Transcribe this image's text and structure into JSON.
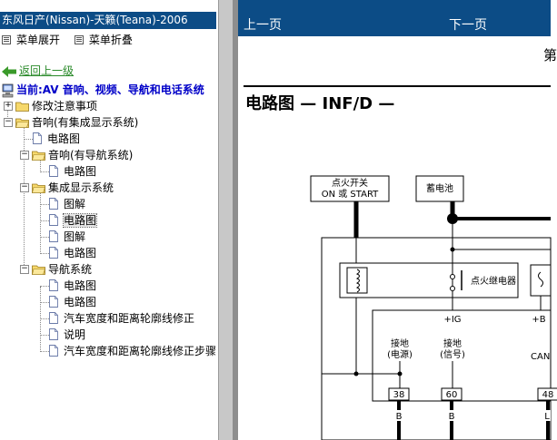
{
  "left_panel": {
    "title": "东风日产(Nissan)-天籁(Teana)-2006",
    "expand_label": "菜单展开",
    "collapse_label": "菜单折叠",
    "back_label": "返回上一级",
    "current_label": "当前:AV 音响、视频、导航和电话系统"
  },
  "tree": {
    "items": [
      {
        "label": "修改注意事项"
      },
      {
        "label": "音响(有集成显示系统)"
      },
      {
        "label": "电路图"
      },
      {
        "label": "音响(有导航系统)"
      },
      {
        "label": "电路图"
      },
      {
        "label": "集成显示系统"
      },
      {
        "label": "图解"
      },
      {
        "label": "电路图"
      },
      {
        "label": "图解"
      },
      {
        "label": "电路图"
      },
      {
        "label": "导航系统"
      },
      {
        "label": "电路图"
      },
      {
        "label": "电路图"
      },
      {
        "label": "汽车宽度和距离轮廓线修正"
      },
      {
        "label": "说明"
      },
      {
        "label": "汽车宽度和距离轮廓线修正步骤"
      }
    ]
  },
  "right_panel": {
    "prev_label": "上一页",
    "next_label": "下一页",
    "strip_char": "第",
    "doc_title": "电路图 — INF/D —"
  },
  "diagram": {
    "ignition_label_1": "点火开关",
    "ignition_label_2": "ON 或 START",
    "battery_label": "蓄电池",
    "relay_label": "点火继电器",
    "ig_label": "+IG",
    "b_label": "+B",
    "gnd_power_1": "接地",
    "gnd_power_2": "(电源)",
    "gnd_signal_1": "接地",
    "gnd_signal_2": "(信号)",
    "can_label": "CAN",
    "pin_38": "38",
    "pin_60": "60",
    "pin_48": "48",
    "wire_b1": "B",
    "wire_b2": "B",
    "wire_b3": "L"
  }
}
